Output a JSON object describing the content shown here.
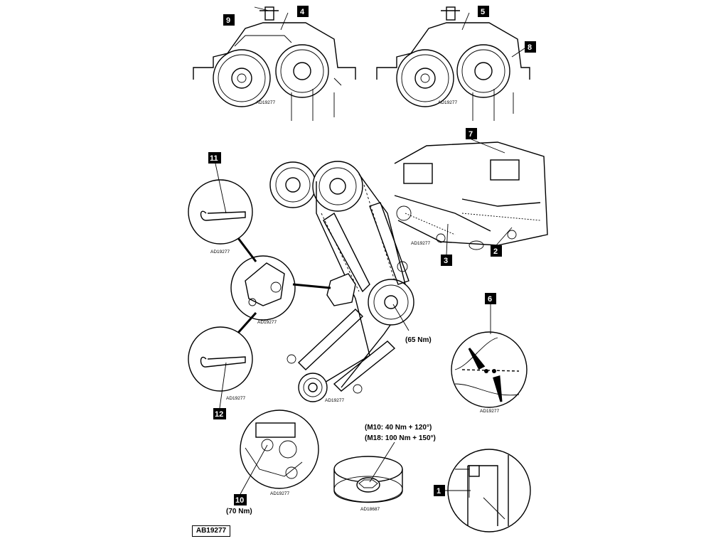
{
  "reference_code": "AB19277",
  "image_code": "AD19277",
  "image_code_alt": "AD18687",
  "callouts": [
    "1",
    "2",
    "3",
    "4",
    "5",
    "6",
    "7",
    "8",
    "9",
    "10",
    "11",
    "12"
  ],
  "torques": {
    "sprocket": "(65 Nm)",
    "tensioner": "(70 Nm)",
    "crank_m10": "(M10: 40 Nm + 120°)",
    "crank_m18": "(M18: 100 Nm + 150°)"
  }
}
